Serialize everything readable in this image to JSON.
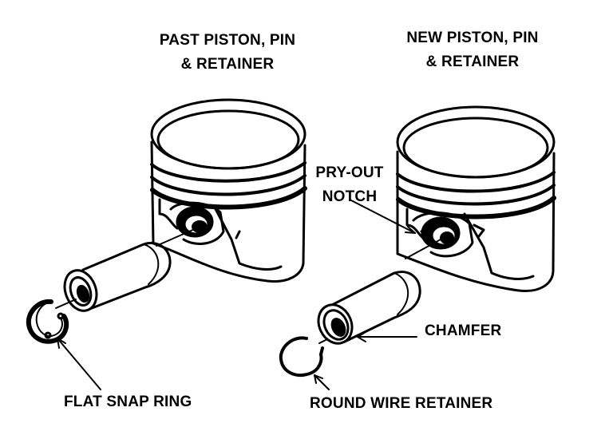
{
  "labels": {
    "past_title_line1": "PAST PISTON, PIN",
    "past_title_line2": "& RETAINER",
    "new_title_line1": "NEW PISTON, PIN",
    "new_title_line2": "& RETAINER",
    "pry_line1": "PRY-OUT",
    "pry_line2": "NOTCH",
    "chamfer": "CHAMFER",
    "flat_snap_ring": "FLAT SNAP RING",
    "round_wire_retainer": "ROUND WIRE RETAINER"
  },
  "colors": {
    "ink": "#000000",
    "paper": "#ffffff"
  }
}
